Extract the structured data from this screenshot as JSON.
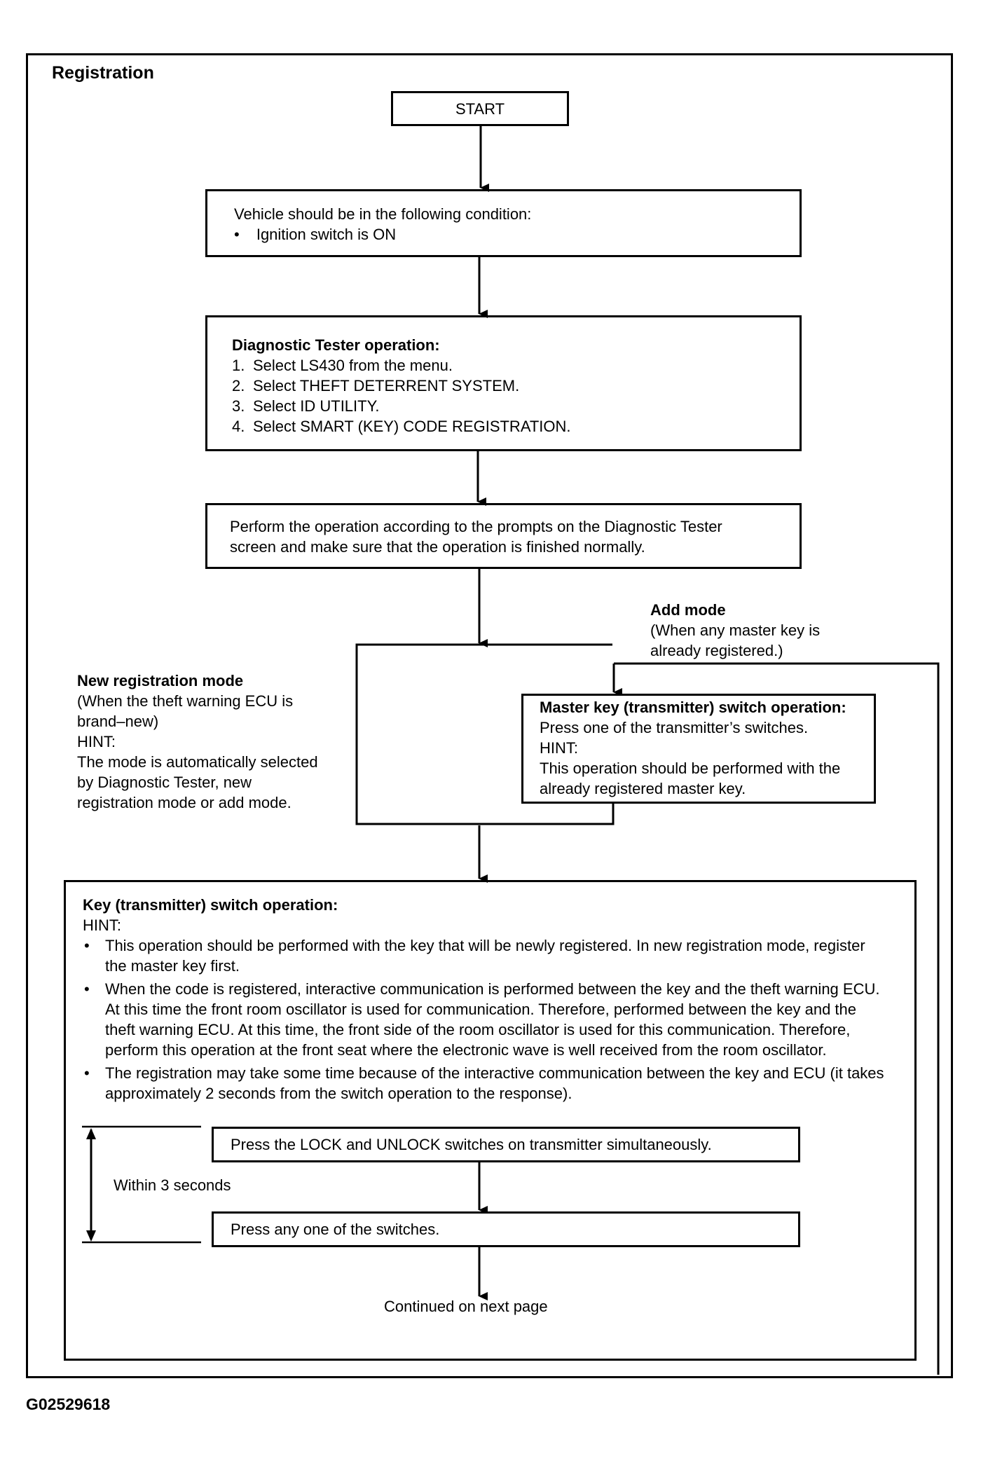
{
  "title": "Registration",
  "start": "START",
  "condition": {
    "heading": "Vehicle should be in the following condition:",
    "items": [
      "Ignition switch is ON"
    ]
  },
  "tester": {
    "heading": "Diagnostic Tester operation:",
    "steps": [
      {
        "num": "1.",
        "text": "Select LS430 from the menu."
      },
      {
        "num": "2.",
        "text": "Select THEFT DETERRENT SYSTEM."
      },
      {
        "num": "3.",
        "text": "Select ID UTILITY."
      },
      {
        "num": "4.",
        "text": "Select SMART (KEY) CODE REGISTRATION."
      }
    ]
  },
  "perform": {
    "line1": "Perform the operation according to the prompts on the Diagnostic Tester",
    "line2": "screen and make sure that the operation is finished normally."
  },
  "add_mode": {
    "title": "Add mode",
    "line1": "(When any master key is",
    "line2": "already registered.)"
  },
  "new_mode": {
    "title": "New registration mode",
    "lines": [
      "(When the theft warning ECU is",
      "brand–new)",
      "HINT:",
      "The mode is automatically selected",
      "by Diagnostic Tester, new",
      "registration mode or add mode."
    ]
  },
  "master_key": {
    "heading": "Master key (transmitter) switch operation:",
    "lines": [
      "Press one of the transmitter’s switches.",
      "HINT:",
      "This operation should be performed with the",
      "already registered master key."
    ]
  },
  "key_op": {
    "heading": "Key (transmitter) switch operation:",
    "hint": "HINT:",
    "bullets": [
      "This operation should be performed with the key that will be newly registered.  In new registration mode, register the master key first.",
      "When the code is registered, interactive communication is performed between the key and the theft warning ECU.  At this time the front room oscillator is used for communication.  Therefore, performed between the key and the theft warning ECU.  At this time, the front side of the room oscillator is used for this communication.  Therefore, perform this operation at the front seat where the electronic wave is well received from the room oscillator.",
      "The registration may take some time because of the interactive communication between the key and ECU (it takes approximately 2 seconds from the switch operation to the response)."
    ],
    "step1": "Press the LOCK and UNLOCK switches on transmitter simultaneously.",
    "within": "Within 3 seconds",
    "step2": "Press any one of the switches.",
    "continued": "Continued on next page"
  },
  "figure_id": "G02529618"
}
